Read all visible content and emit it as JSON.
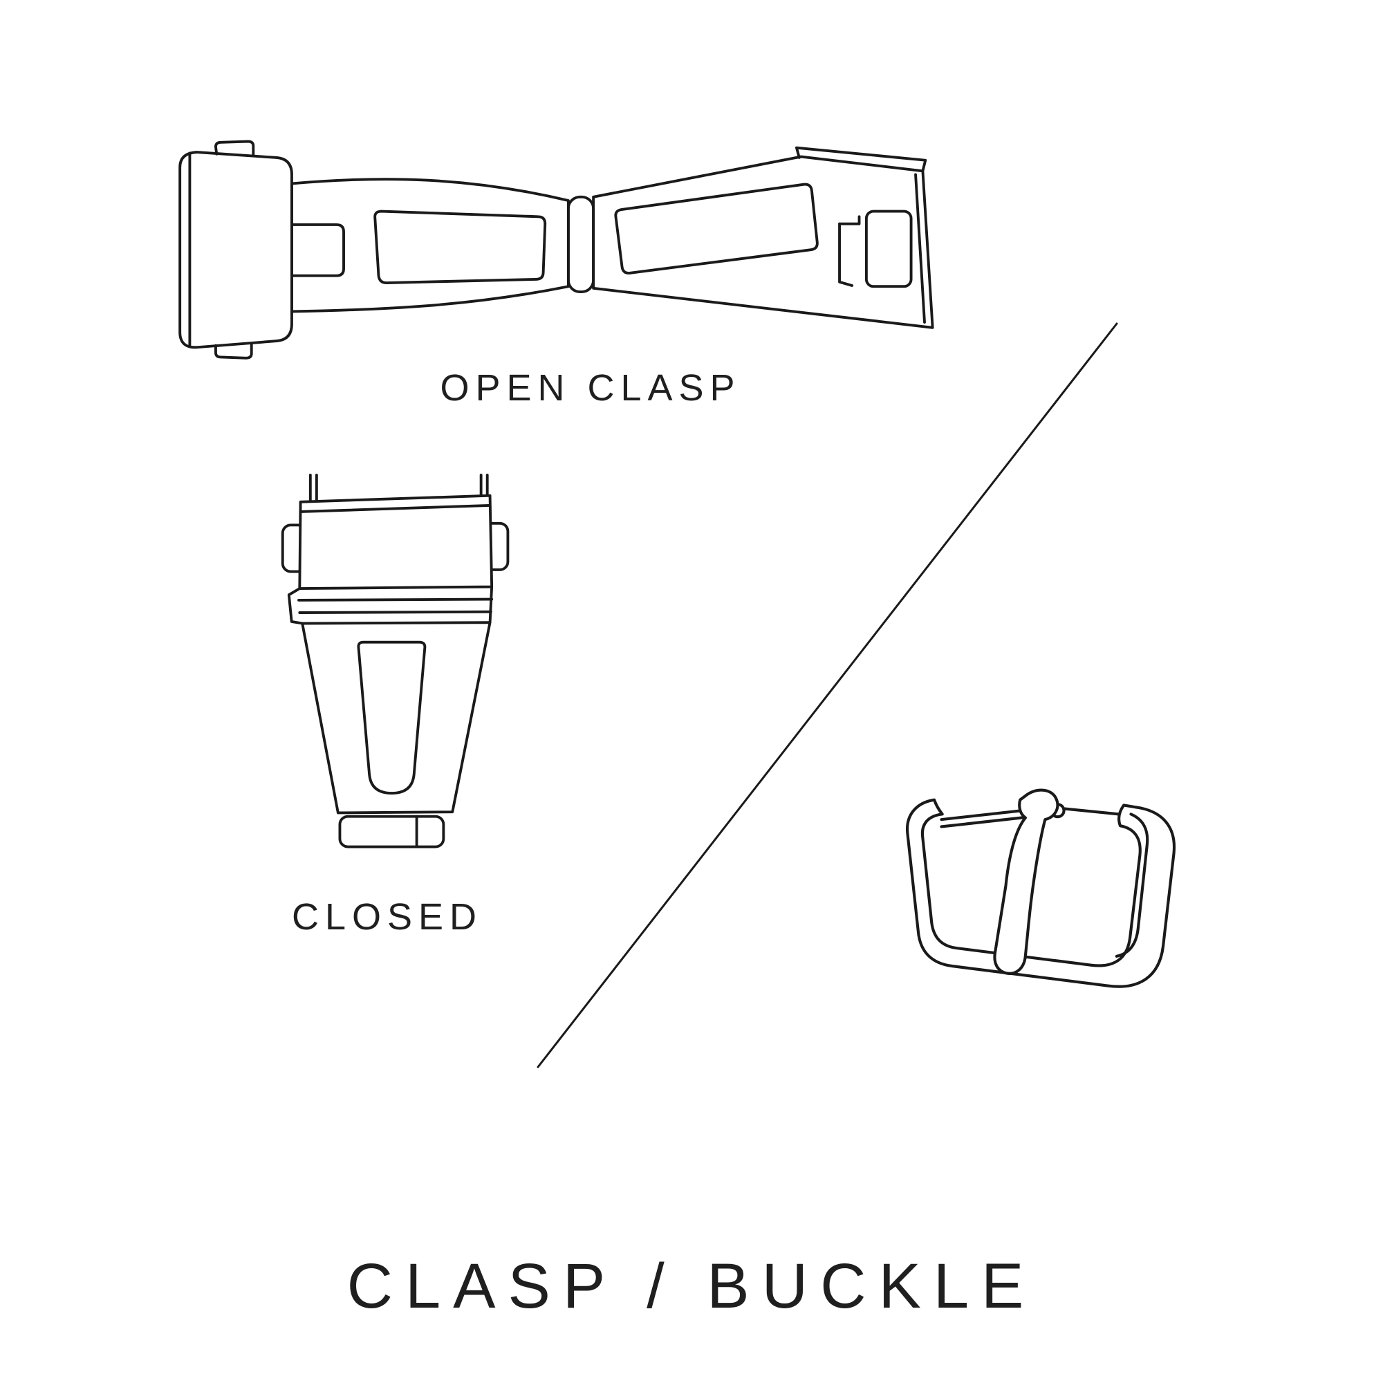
{
  "colors": {
    "background": "#ffffff",
    "line": "#1a1a1a",
    "text": "#1f1f1f"
  },
  "labels": {
    "open_clasp": "OPEN CLASP",
    "closed": "CLOSED",
    "title": "CLASP / BUCKLE"
  },
  "illustrations": [
    "open-clasp-illustration",
    "closed-clasp-illustration",
    "tang-buckle-illustration",
    "divider-line"
  ]
}
